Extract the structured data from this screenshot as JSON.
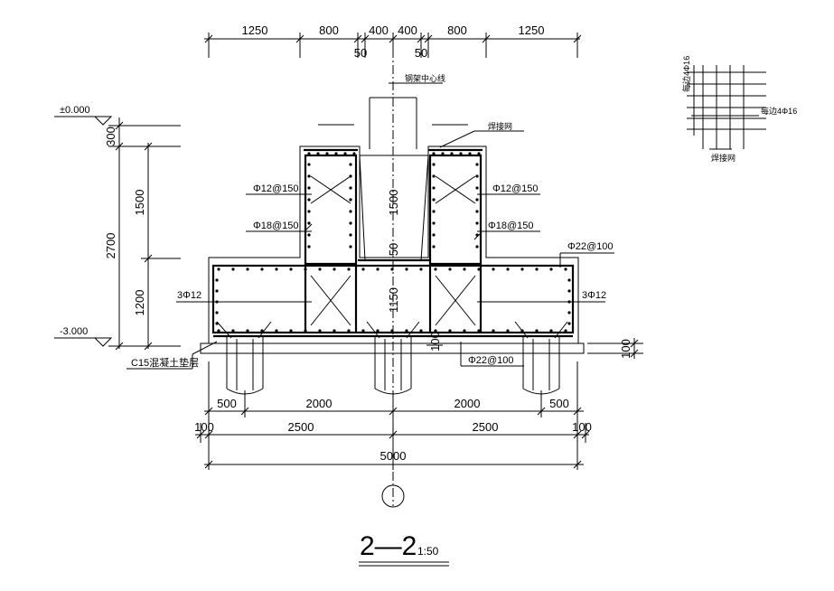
{
  "top_dims": {
    "d1": "1250",
    "d2": "800",
    "d3": "400",
    "d4": "400",
    "d5": "800",
    "d6": "1250",
    "s1": "50",
    "s2": "50"
  },
  "elevations": {
    "top": "±0.000",
    "bottom": "-3.000"
  },
  "left_dims": {
    "d300": "300",
    "d1500": "1500",
    "d2700": "2700",
    "d1200": "1200"
  },
  "inner_dims": {
    "d1500": "1500",
    "d50": "50",
    "d1150": "1150",
    "d100": "100"
  },
  "labels": {
    "center_line": "钢架中心线",
    "weld_mesh": "焊接网",
    "rebar_12_150_l": "Φ12@150",
    "rebar_12_150_r": "Φ12@150",
    "rebar_18_150_l": "Φ18@150",
    "rebar_18_150_r": "Φ18@150",
    "rebar_22_100_top": "Φ22@100",
    "rebar_22_100_bot": "Φ22@100",
    "bar_3_12_l": "3Φ12",
    "bar_3_12_r": "3Φ12",
    "cushion": "C15混凝土垫层",
    "right_100": "100"
  },
  "detail": {
    "label_vertical": "每边4Φ16",
    "label_side": "每边4Φ16",
    "label_mesh": "焊接网"
  },
  "bottom_dims": {
    "r1": [
      "500",
      "2000",
      "2000",
      "500"
    ],
    "r2": [
      "100",
      "2500",
      "2500",
      "100"
    ],
    "total": "5000"
  },
  "title": {
    "section": "2—2",
    "scale": "1:50"
  },
  "colors": {
    "line": "#000000",
    "background": "#ffffff"
  }
}
